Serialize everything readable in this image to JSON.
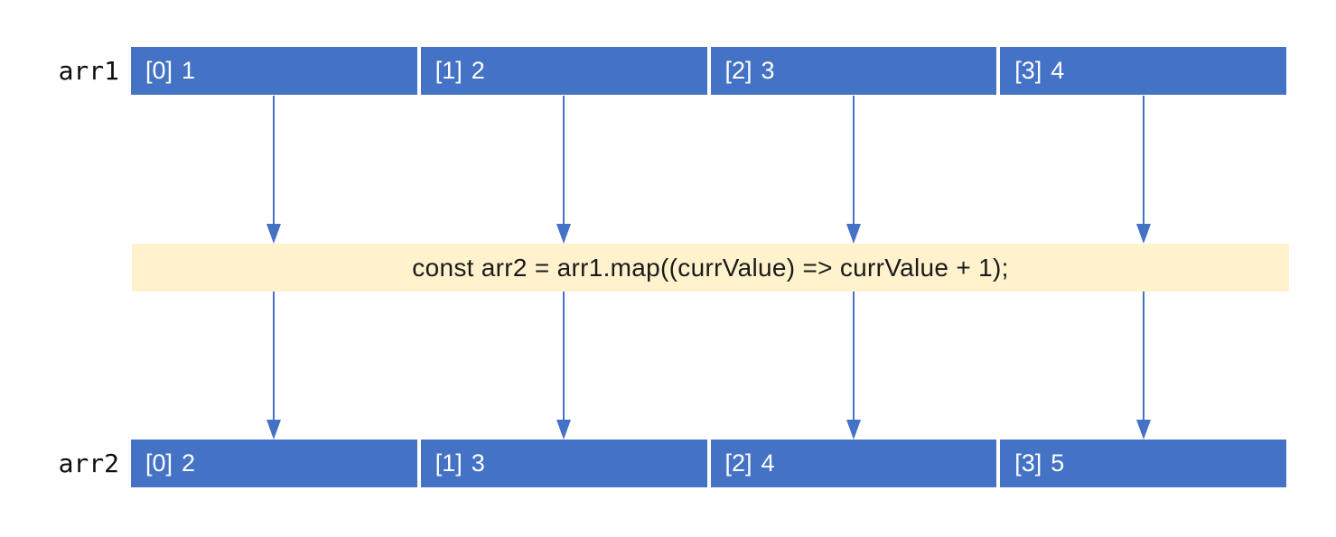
{
  "colors": {
    "cell_blue": "#4472C4",
    "arrow_blue": "#4472C4",
    "band_yellow": "#FFF2CC",
    "cell_text": "#FFFFFF",
    "label_text": "#0D0D0D",
    "code_text": "#1A1A1A",
    "background": "#FFFFFF"
  },
  "arr1": {
    "label": "arr1",
    "cells": [
      {
        "index": "[0]",
        "value": "1"
      },
      {
        "index": "[1]",
        "value": "2"
      },
      {
        "index": "[2]",
        "value": "3"
      },
      {
        "index": "[3]",
        "value": "4"
      }
    ]
  },
  "code": {
    "text": "const arr2 = arr1.map((currValue) => currValue + 1);"
  },
  "arr2": {
    "label": "arr2",
    "cells": [
      {
        "index": "[0]",
        "value": "2"
      },
      {
        "index": "[1]",
        "value": "3"
      },
      {
        "index": "[2]",
        "value": "4"
      },
      {
        "index": "[3]",
        "value": "5"
      }
    ]
  }
}
